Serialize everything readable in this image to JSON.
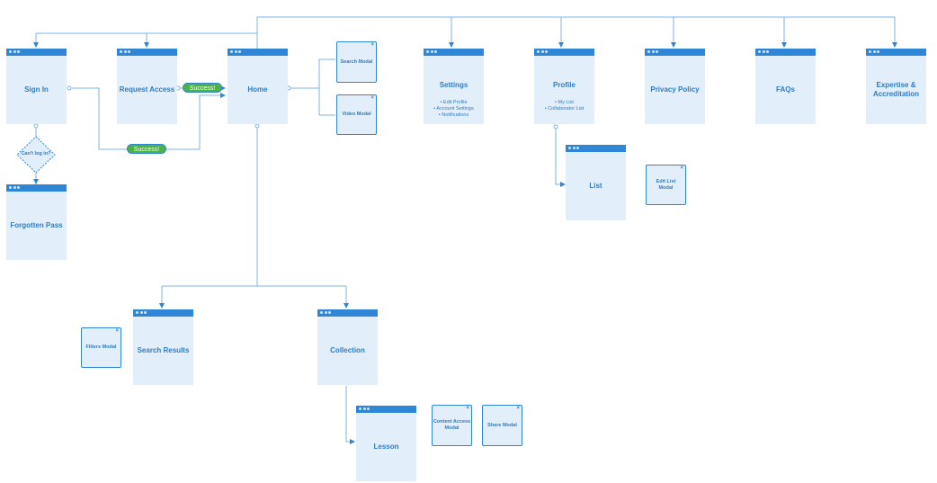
{
  "colors": {
    "accent": "#2f86d6",
    "page_fill": "#e3eefb",
    "success": "#4bb243"
  },
  "pages": {
    "sign_in": "Sign In",
    "request_access": "Request Access",
    "home": "Home",
    "settings": {
      "title": "Settings",
      "items": [
        "• Edit Profile",
        "• Account Settings",
        "• Notifications"
      ]
    },
    "profile": {
      "title": "Profile",
      "items": [
        "• My List",
        "• Collaborator List"
      ]
    },
    "privacy_policy": "Privacy Policy",
    "faqs": "FAQs",
    "expertise": "Expertise & Accreditation",
    "forgotten_pass": "Forgotten Pass",
    "list": "List",
    "search_results": "Search Results",
    "collection": "Collection",
    "lesson": "Lesson"
  },
  "modals": {
    "search_modal": "Search Modal",
    "video_modal": "Video Modal",
    "edit_list_modal": "Edit List Modal",
    "filters_modal": "Filters Modal",
    "content_access_modal": "Content Access Modal",
    "share_modal": "Share Modal",
    "close_glyph": "×"
  },
  "decision": {
    "cant_log_in": "Can't log in?"
  },
  "labels": {
    "success_top": "Success!",
    "success_bottom": "Success!"
  }
}
